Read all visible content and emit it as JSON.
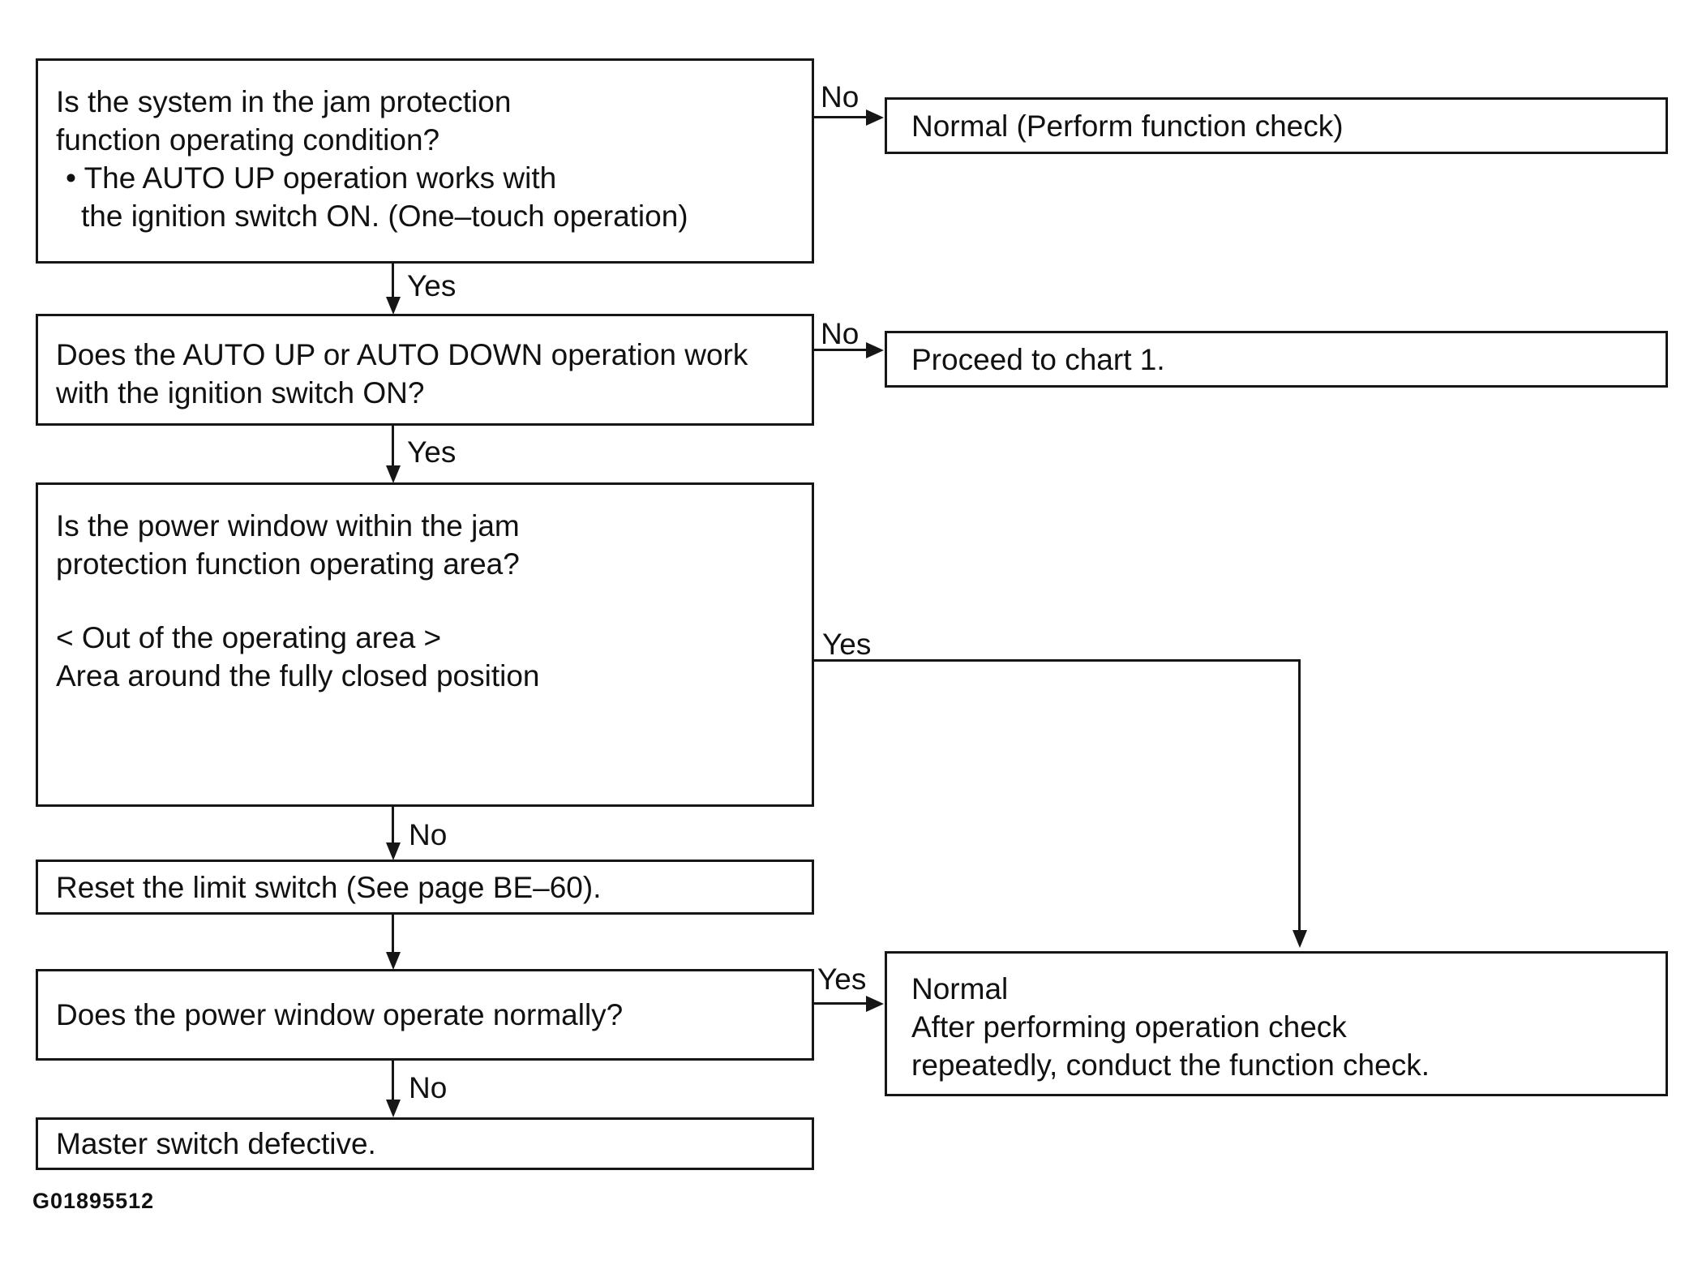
{
  "diagram": {
    "boxes": {
      "q_jam_condition": {
        "line1": "Is the system in the jam protection",
        "line2": "function operating condition?",
        "line3": "• The AUTO UP operation works with",
        "line4": "the ignition switch ON. (One–touch operation)"
      },
      "r_normal_check": {
        "text": "Normal (Perform function check)"
      },
      "q_auto_up_down": {
        "line1": "Does the AUTO UP or AUTO DOWN operation work",
        "line2": "with the ignition switch ON?"
      },
      "r_proceed": {
        "text": "Proceed to chart 1."
      },
      "q_operating_area": {
        "line1": "Is the power window within the jam",
        "line2": "protection function operating area?",
        "line3": "< Out of the operating area >",
        "line4": "Area around the fully closed position"
      },
      "a_reset_limit": {
        "text": "Reset the limit switch (See page BE–60)."
      },
      "q_operate_normally": {
        "text": "Does the power window operate normally?"
      },
      "r_normal_after": {
        "line1": "Normal",
        "line2": "After performing operation check",
        "line3": "repeatedly, conduct the function check."
      },
      "a_master_defective": {
        "text": "Master switch defective."
      }
    },
    "branch_labels": {
      "no1": "No",
      "yes1": "Yes",
      "no2": "No",
      "yes2": "Yes",
      "yes3": "Yes",
      "no3": "No",
      "yes4": "Yes",
      "no4": "No"
    },
    "footer": {
      "figure_code": "G01895512"
    }
  }
}
